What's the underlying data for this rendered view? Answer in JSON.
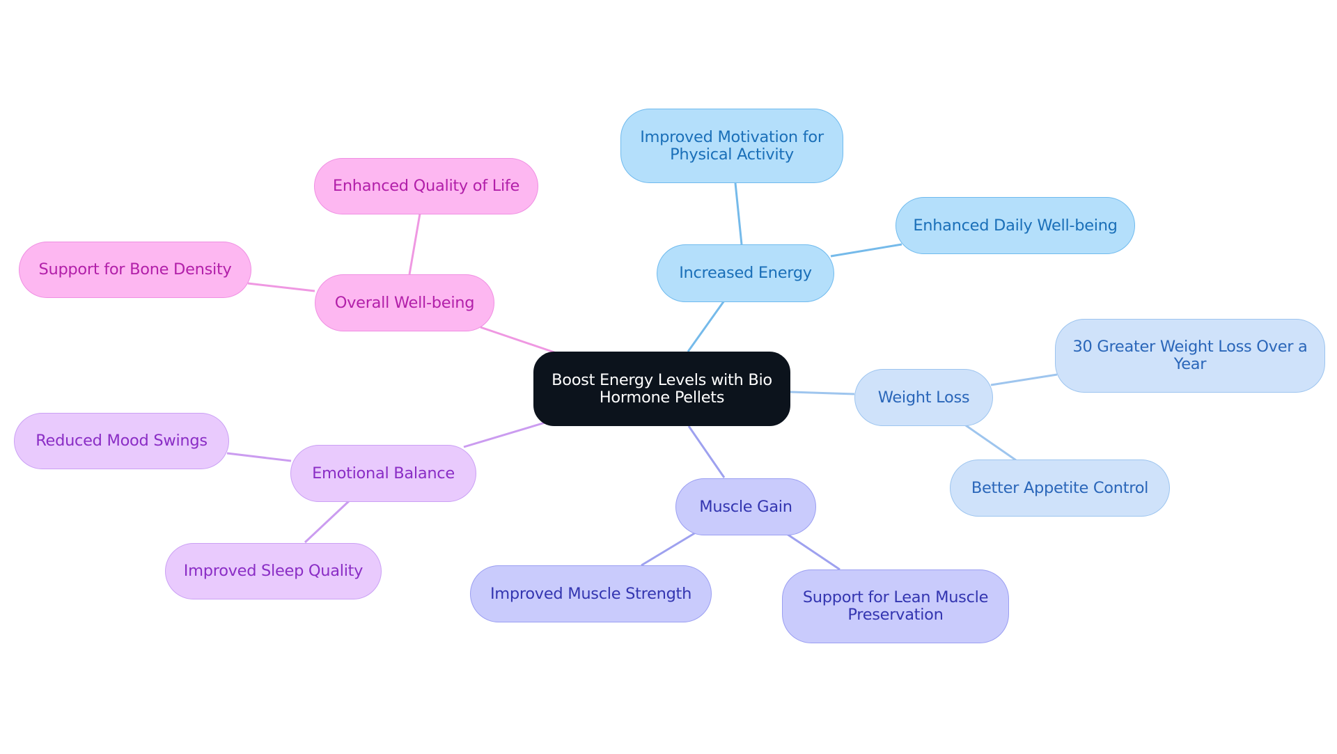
{
  "colors": {
    "root": {
      "fill": "#0c131c",
      "stroke": "#0c131c",
      "text": "#ffffff"
    },
    "branches": {
      "increased_energy": {
        "fill": "#b4dffb",
        "stroke": "#6fbaee",
        "text": "#1a6fb8",
        "line": "#75baea"
      },
      "weight_loss": {
        "fill": "#cfe2fa",
        "stroke": "#9cc4ef",
        "text": "#2a66b9",
        "line": "#9ec5ee"
      },
      "muscle_gain": {
        "fill": "#c9cbfc",
        "stroke": "#9a9ef2",
        "text": "#3335b0",
        "line": "#9ea1ef"
      },
      "emotional_balance": {
        "fill": "#e9cafd",
        "stroke": "#caa0f4",
        "text": "#8a2dc5",
        "line": "#cb9cf0"
      },
      "overall_wellbeing": {
        "fill": "#fdb7f1",
        "stroke": "#ef8ee2",
        "text": "#b21fa9",
        "line": "#ef98e2"
      }
    }
  },
  "diagram": {
    "root": {
      "label": "Boost Energy Levels with Bio Hormone Pellets"
    },
    "branches": [
      {
        "id": "increased_energy",
        "label": "Increased Energy",
        "children": [
          {
            "label": "Improved Motivation for Physical Activity"
          },
          {
            "label": "Enhanced Daily Well-being"
          }
        ]
      },
      {
        "id": "weight_loss",
        "label": "Weight Loss",
        "children": [
          {
            "label": "30 Greater Weight Loss Over a Year"
          },
          {
            "label": "Better Appetite Control"
          }
        ]
      },
      {
        "id": "muscle_gain",
        "label": "Muscle Gain",
        "children": [
          {
            "label": "Improved Muscle Strength"
          },
          {
            "label": "Support for Lean Muscle Preservation"
          }
        ]
      },
      {
        "id": "emotional_balance",
        "label": "Emotional Balance",
        "children": [
          {
            "label": "Reduced Mood Swings"
          },
          {
            "label": "Improved Sleep Quality"
          }
        ]
      },
      {
        "id": "overall_wellbeing",
        "label": "Overall Well-being",
        "children": [
          {
            "label": "Enhanced Quality of Life"
          },
          {
            "label": "Support for Bone Density"
          }
        ]
      }
    ]
  }
}
